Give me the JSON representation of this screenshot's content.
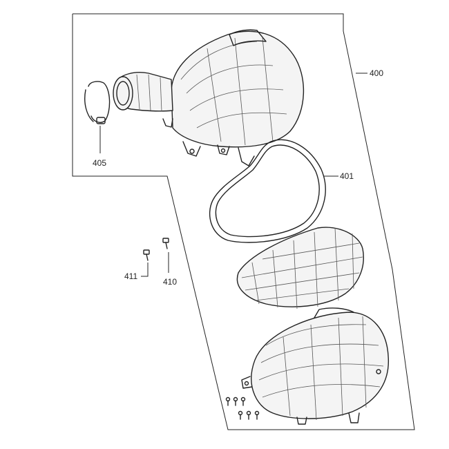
{
  "callouts": {
    "assembly": "400",
    "element": "401",
    "clamp": "405",
    "bolt_a": "410",
    "bolt_b": "411"
  },
  "line_color": "#222222"
}
